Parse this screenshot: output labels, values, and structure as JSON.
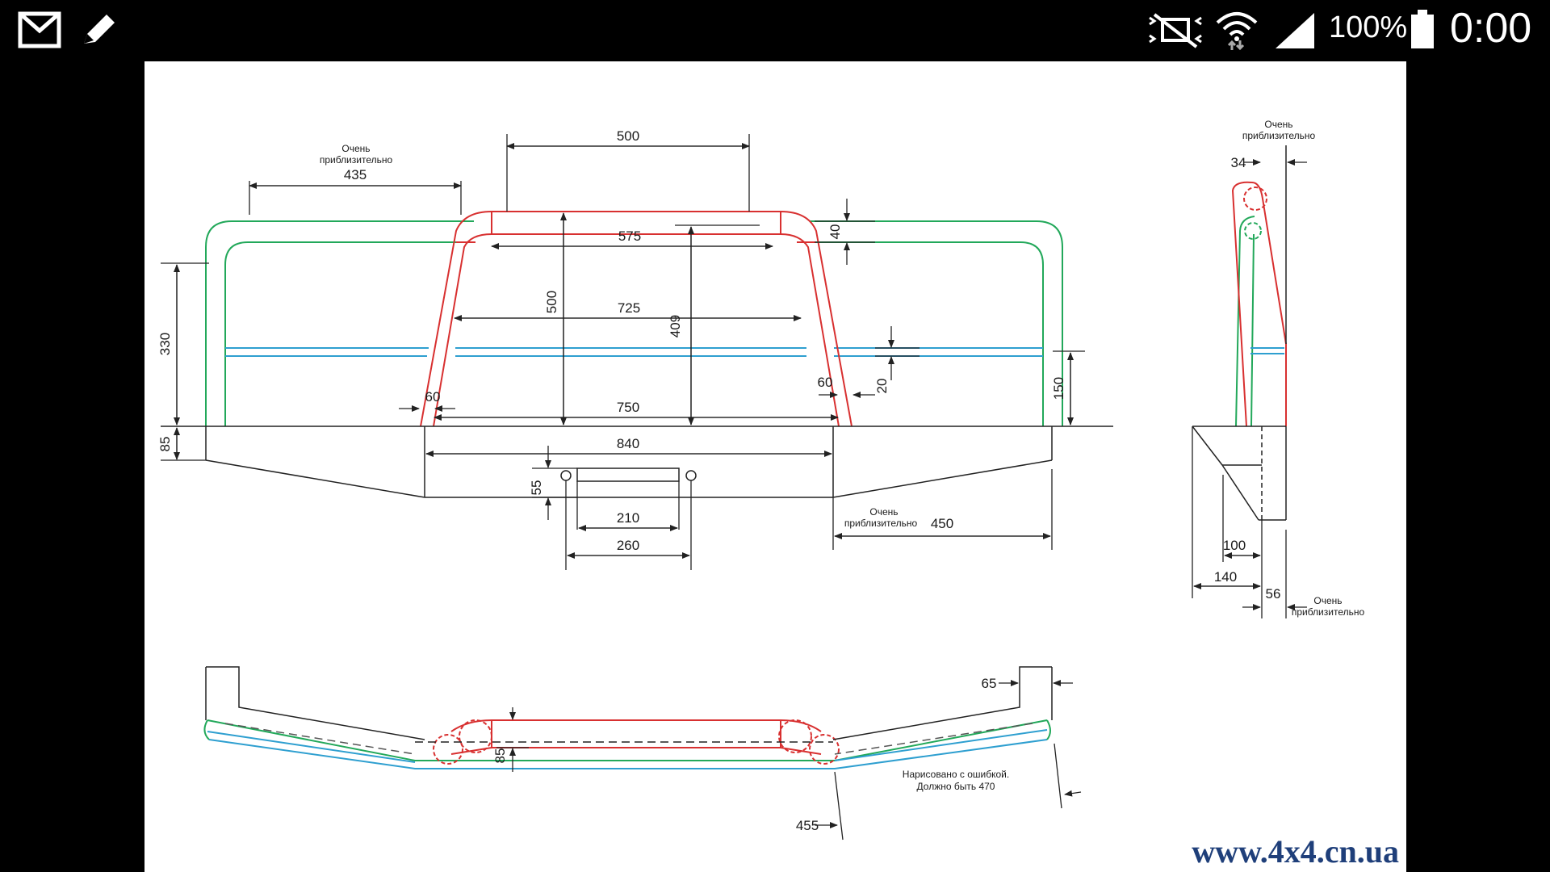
{
  "status_bar": {
    "icons": [
      "gmail-icon",
      "pencil-icon",
      "mute-vibrate-icon",
      "wifi-icon",
      "signal-icon",
      "battery-icon"
    ],
    "battery_percent": "100%",
    "battery_level": 1.0,
    "time": "0:00"
  },
  "drawing": {
    "colors": {
      "green": "#22a85a",
      "red": "#d83030",
      "blue": "#2e9fd0",
      "line": "#222222"
    },
    "front_view": {
      "note_top_left": [
        "Очень",
        "приблизительно"
      ],
      "dim_435": "435",
      "dim_500_top": "500",
      "dim_575": "575",
      "dim_40": "40",
      "dim_500_vert": "500",
      "dim_409": "409",
      "dim_725": "725",
      "dim_330": "330",
      "dim_20": "20",
      "dim_150": "150",
      "dim_60_left": "60",
      "dim_60_right": "60",
      "dim_750": "750",
      "dim_85": "85",
      "dim_840": "840",
      "dim_55": "55",
      "dim_210": "210",
      "dim_260": "260",
      "note_right": [
        "Очень",
        "приблизительно"
      ],
      "dim_450": "450"
    },
    "side_view": {
      "note_top": [
        "Очень",
        "приблизительно"
      ],
      "dim_34": "34",
      "dim_100": "100",
      "dim_140": "140",
      "dim_56": "56",
      "note_bottom": [
        "Очень",
        "приблизительно"
      ]
    },
    "top_view": {
      "dim_65": "65",
      "dim_85": "85",
      "dim_455": "455",
      "note_error": [
        "Нарисовано с ошибкой.",
        "Должно быть 470"
      ]
    },
    "watermark": "www.4x4.cn.ua"
  }
}
